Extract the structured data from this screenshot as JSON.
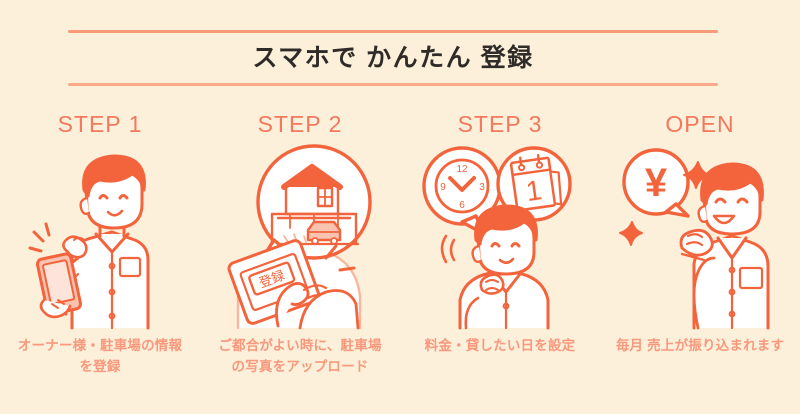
{
  "page": {
    "background_color": "#fdf0da",
    "accent_color": "#f4785c",
    "caption_color": "#f9987c",
    "rule_color": "#f79b79",
    "title_color": "#2f2b28"
  },
  "header": {
    "title": "スマホで かんたん 登録"
  },
  "steps": [
    {
      "label": "STEP 1",
      "caption": "オーナー様・駐車場の情報を登録",
      "illustration": "person-tapping-smartphone-illustration"
    },
    {
      "label": "STEP 2",
      "caption": "ご都合がよい時に、駐車場の写真をアップロード",
      "illustration": "hands-uploading-photo-illustration",
      "phone_button_label": "登録"
    },
    {
      "label": "STEP 3",
      "caption": "料金・貸したい日を設定",
      "illustration": "person-thinking-clock-calendar-illustration",
      "clock_numerals": [
        "12",
        "3",
        "6",
        "9"
      ],
      "calendar_day": "1"
    },
    {
      "label": "OPEN",
      "caption": "毎月 売上が振り込まれます",
      "illustration": "person-cheering-yen-illustration",
      "currency_symbol": "¥"
    }
  ]
}
